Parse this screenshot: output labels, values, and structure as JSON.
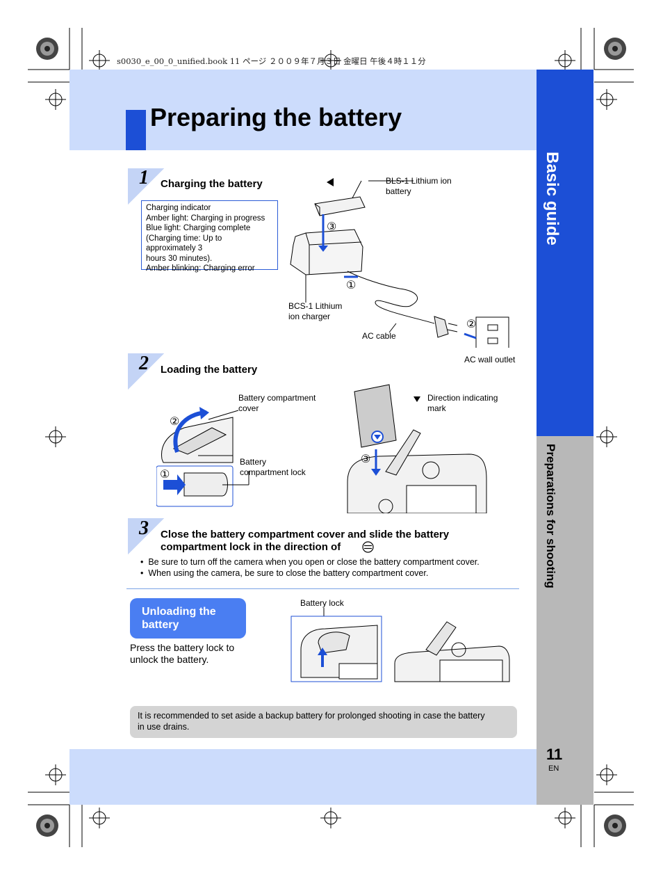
{
  "file_header": "s0030_e_00_0_unified.book  11 ページ  ２００９年７月３日  金曜日  午後４時１１分",
  "page": {
    "title": "Preparing the battery",
    "side_title": "Basic guide",
    "side_section": "Preparations for shooting",
    "number": "11",
    "lang": "EN"
  },
  "step1": {
    "num": "1",
    "heading": "Charging the battery",
    "note_lines": [
      "Charging indicator",
      "Amber light: Charging in progress",
      "Blue light: Charging complete",
      "(Charging time: Up to approximately 3",
      "hours 30 minutes).",
      "Amber blinking: Charging error"
    ],
    "labels": {
      "battery_l1": "BLS-1 Lithium ion",
      "battery_l2": "battery",
      "charger_l1": "BCS-1 Lithium",
      "charger_l2": "ion charger",
      "cable": "AC cable",
      "outlet": "AC wall outlet",
      "c1": "①",
      "c2": "②",
      "c3": "③"
    }
  },
  "step2": {
    "num": "2",
    "heading": "Loading the battery",
    "labels": {
      "cover_l1": "Battery compartment",
      "cover_l2": "cover",
      "lock_l1": "Battery",
      "lock_l2": "compartment lock",
      "mark_l1": "Direction indicating",
      "mark_l2": "mark",
      "c1": "①",
      "c2": "②",
      "c3": "③"
    }
  },
  "step3": {
    "num": "3",
    "heading_l1": "Close the battery compartment cover and slide the battery",
    "heading_l2": "compartment lock in the direction of",
    "bullets": [
      "Be sure to turn off the camera when you open or close the battery compartment cover.",
      "When using the camera, be sure to close the battery compartment cover."
    ]
  },
  "unloading": {
    "title_l1": "Unloading the",
    "title_l2": "battery",
    "body_l1": "Press the battery lock to",
    "body_l2": "unlock the battery.",
    "lock_label": "Battery lock"
  },
  "tip": {
    "text_l1": "It is recommended to set aside a backup battery for prolonged shooting in case the battery",
    "text_l2": "in use drains."
  },
  "colors": {
    "blue": "#1c4fd6",
    "light_blue": "#ccdcfc",
    "side_gray": "#b8b8b8",
    "pill_blue": "#4a7ef2",
    "tip_gray": "#d4d4d4"
  }
}
